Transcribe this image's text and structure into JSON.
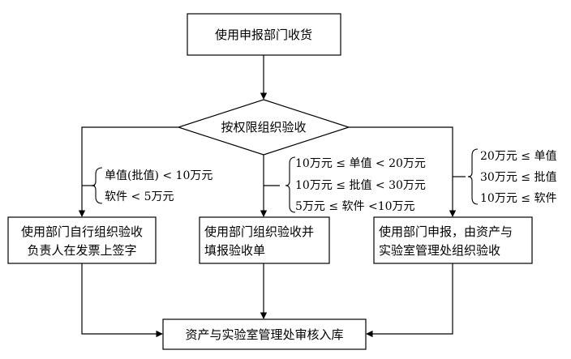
{
  "nodes": {
    "start": "使用申报部门收货",
    "decision": "按权限组织验收",
    "left_line1": "使用部门自行组织验收",
    "left_line2": "负责人在发票上签字",
    "mid_line1": "使用部门组织验收并",
    "mid_line2": "填报验收单",
    "right_line1": "使用部门申报，由资产与",
    "right_line2": "实验室管理处组织验收",
    "end": "资产与实验室管理处审核入库"
  },
  "conditions": {
    "left": [
      "单值(批值) < 10万元",
      "软件 < 5万元"
    ],
    "mid": [
      "10万元 ≤ 单值 < 20万元",
      "10万元 ≤ 批值 < 30万元",
      "5万元 ≤ 软件 <10万元"
    ],
    "right": [
      "20万元 ≤ 单值",
      "30万元 ≤ 批值",
      "10万元 ≤ 软件"
    ]
  }
}
